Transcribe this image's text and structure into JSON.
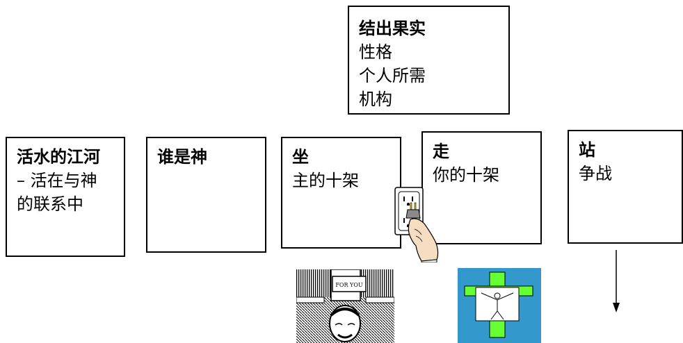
{
  "boxes": {
    "fruit": {
      "title": "结出果实",
      "lines": [
        "性格",
        "个人所需",
        "机构"
      ]
    },
    "river": {
      "title": "活水的江河",
      "lines": [
        "– 活在与神",
        "的联系中"
      ]
    },
    "god": {
      "title": "谁是神",
      "lines": []
    },
    "sit": {
      "title": "坐",
      "lines": [
        "主的十架"
      ]
    },
    "walk": {
      "title": "走",
      "lines": [
        "你的十架"
      ]
    },
    "stand": {
      "title": "站",
      "lines": [
        "争战"
      ]
    }
  },
  "images": {
    "crucifix_caption": "FOR YOU"
  },
  "icons": [
    "plug-outlet-icon",
    "crucifix-image",
    "cross-image",
    "down-arrow-icon"
  ],
  "colors": {
    "cross_bg": "#3399cc",
    "cross_green": "#66ff33",
    "plug_yellow": "#e8c020",
    "skin": "#f6dcc0"
  }
}
